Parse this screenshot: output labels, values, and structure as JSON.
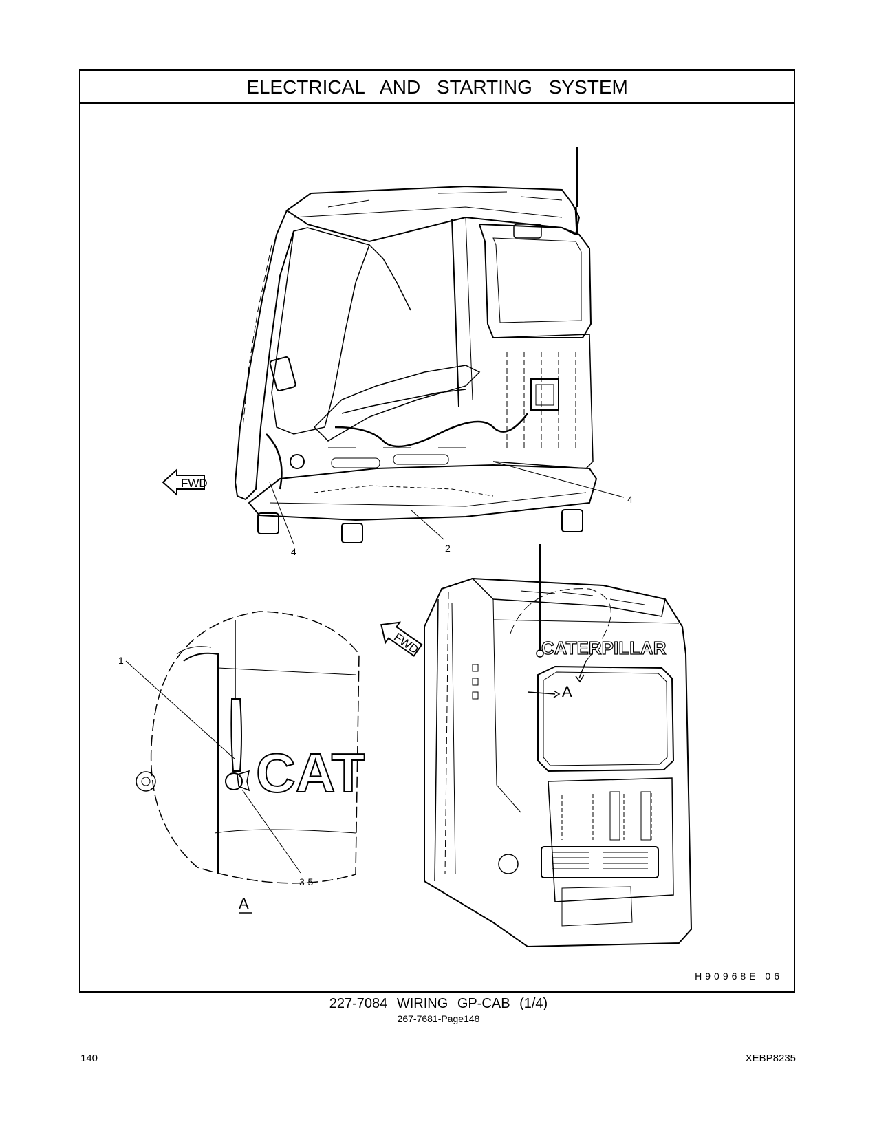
{
  "header": {
    "title": "ELECTRICAL AND STARTING SYSTEM"
  },
  "illustration": {
    "fwd_label": "FWD",
    "callouts": {
      "c1": "1",
      "c2": "2",
      "c4a": "4",
      "c4b": "4",
      "c35": "3-5"
    },
    "view_label": "A",
    "view_tag": "A",
    "logo_text_large": "CAT",
    "logo_text_small": "CATERPILLAR",
    "reference_code": "H90968E   06"
  },
  "caption": {
    "main": "227-7084 WIRING GP-CAB (1/4)",
    "sub": "267-7681-Page148"
  },
  "footer": {
    "page_number": "140",
    "document_id": "XEBP8235"
  }
}
